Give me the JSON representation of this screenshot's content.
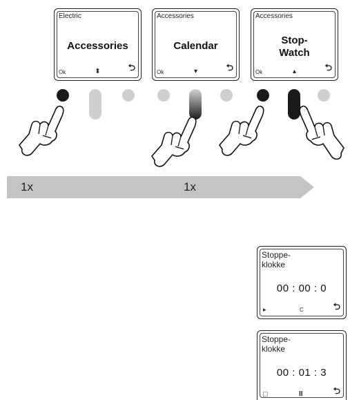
{
  "screens": [
    {
      "header": "Electric",
      "main": "Accessories",
      "left": "Ok",
      "center": "⬍",
      "right": "⮌"
    },
    {
      "header": "Accessories",
      "main": "Calendar",
      "left": "Ok",
      "center": "▾",
      "right": "⮌"
    },
    {
      "header": "Accessories",
      "main_line1": "Stop-",
      "main_line2": "Watch",
      "left": "Ok",
      "center": "▴",
      "right": "⮌"
    }
  ],
  "arrow_labels": [
    "1x",
    "1x"
  ],
  "stopwatch1": {
    "title_line1": "Stoppe-",
    "title_line2": "klokke",
    "time": "00 : 00 : 0",
    "left": "▸",
    "center": "C",
    "right": "⮌"
  },
  "stopwatch2": {
    "title_line1": "Stoppe-",
    "title_line2": "klokke",
    "time": "00 : 01 : 3",
    "left": "□",
    "center": "II",
    "right": "⮌"
  },
  "colors": {
    "arrow": "#c4c4c4",
    "active_dot": "#1a1a1a",
    "inactive_dot": "#cfcfcf"
  }
}
